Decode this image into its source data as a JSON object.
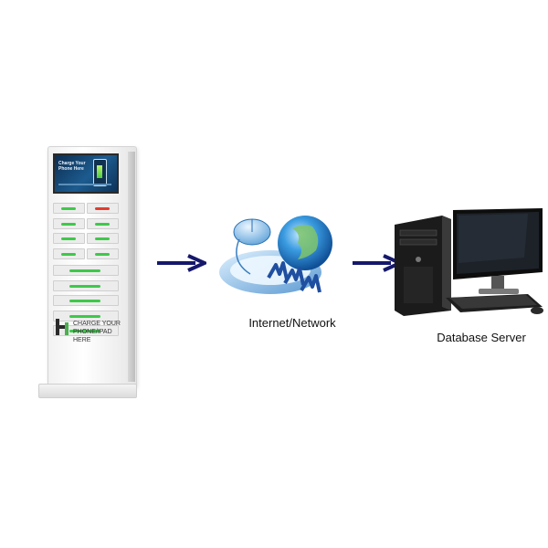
{
  "kiosk": {
    "screen_text": "Charge Your Phone Here",
    "panel_text": "CHARGE YOUR PHONE/IPAD HERE",
    "locker_rows": [
      [
        "green",
        "red"
      ],
      [
        "green",
        "green"
      ],
      [
        "green",
        "green"
      ],
      [
        "green",
        "green"
      ]
    ],
    "wide_lockers": [
      "green",
      "green",
      "green",
      "green",
      "green"
    ]
  },
  "network": {
    "label": "Internet/Network",
    "icon": "www-globe-mouse-icon"
  },
  "server": {
    "label": "Database Server",
    "icon": "desktop-server-icon"
  },
  "colors": {
    "arrow": "#15186b",
    "led_green": "#3ec84a",
    "led_red": "#e23b2e",
    "globe": "#2f8fd8"
  }
}
